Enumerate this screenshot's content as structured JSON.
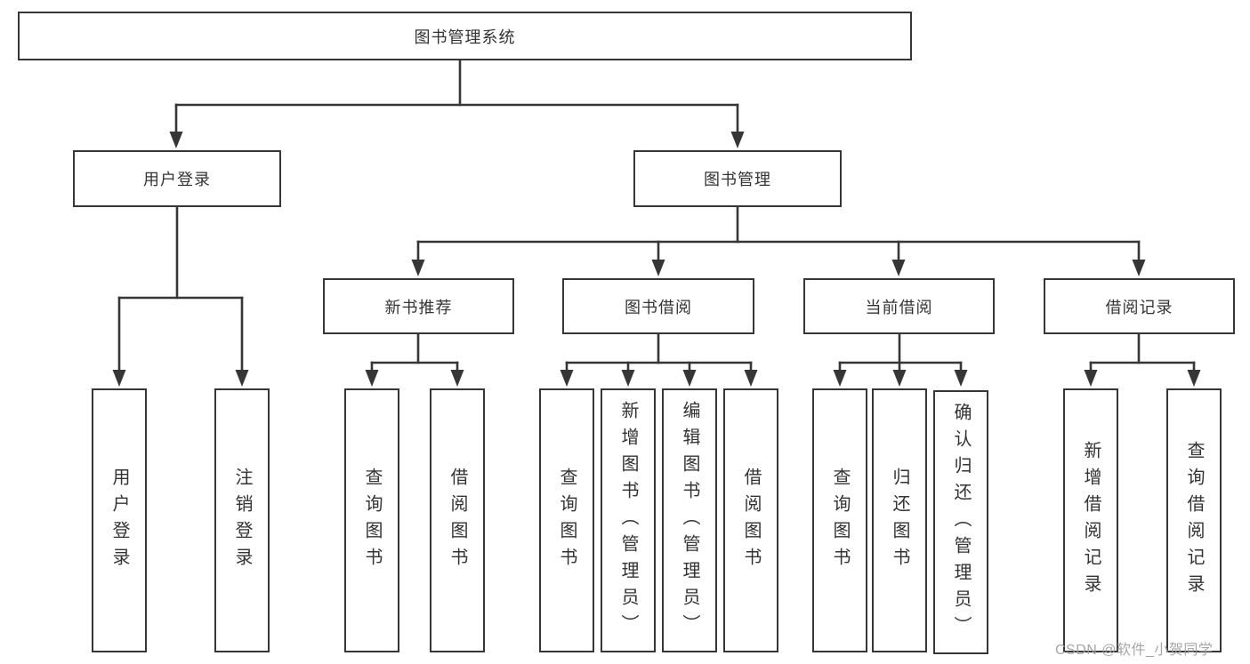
{
  "diagram": {
    "root": {
      "label": "图书管理系统"
    },
    "branches": [
      {
        "label": "用户登录",
        "children": [
          {
            "label": "用户登录"
          },
          {
            "label": "注销登录"
          }
        ]
      },
      {
        "label": "图书管理",
        "children": [
          {
            "label": "新书推荐",
            "children": [
              {
                "label": "查询图书"
              },
              {
                "label": "借阅图书"
              }
            ]
          },
          {
            "label": "图书借阅",
            "children": [
              {
                "label": "查询图书"
              },
              {
                "label": "新增图书（管理员）"
              },
              {
                "label": "编辑图书（管理员）"
              },
              {
                "label": "借阅图书"
              }
            ]
          },
          {
            "label": "当前借阅",
            "children": [
              {
                "label": "查询图书"
              },
              {
                "label": "归还图书"
              },
              {
                "label": "确认归还（管理员）"
              }
            ]
          },
          {
            "label": "借阅记录",
            "children": [
              {
                "label": "新增借阅记录"
              },
              {
                "label": "查询借阅记录"
              }
            ]
          }
        ]
      }
    ]
  },
  "watermark": {
    "text": "CSDN @软件_小贺同学"
  },
  "colors": {
    "line": "#363636",
    "border": "#363636",
    "text": "#333333",
    "watermark": "#9e9e9e",
    "background": "#ffffff"
  }
}
